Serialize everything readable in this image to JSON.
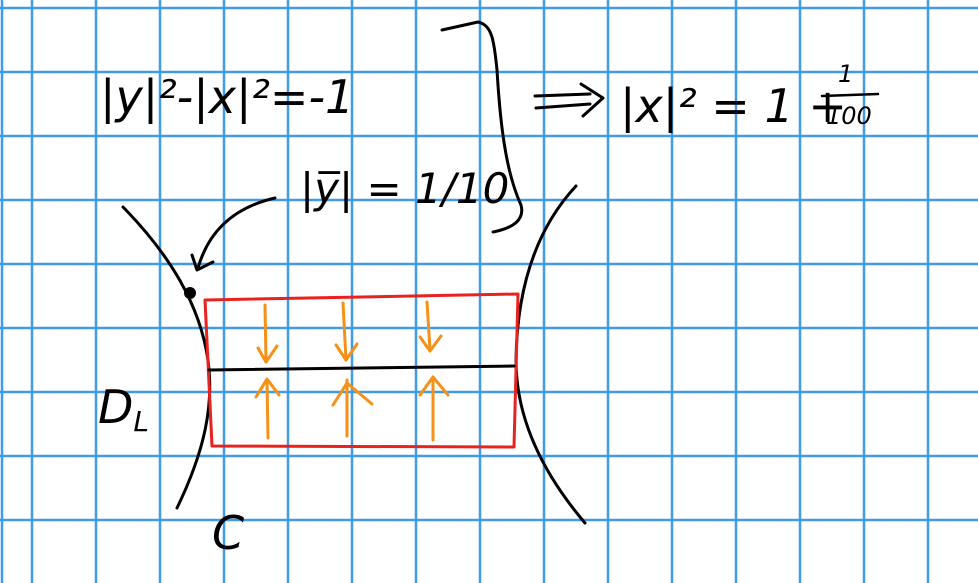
{
  "colors": {
    "grid": "#3f9be8",
    "ink": "#000000",
    "rectangle": "#e8221f",
    "arrows": "#f59117",
    "background": "#ffffff"
  },
  "text": {
    "equation_top": "|y|²-|x|²=-1",
    "implies": "⟹",
    "equation_result": "|x|² = 1 +",
    "fraction_num": "1",
    "fraction_den": "100",
    "y_norm": "|y̅| = 1/10",
    "region_label": "D",
    "region_subscript": "L",
    "curve_label": "C"
  },
  "icons": {
    "arrow_down": "arrow-down-icon",
    "arrow_up": "arrow-up-icon",
    "point": "dot-icon"
  }
}
